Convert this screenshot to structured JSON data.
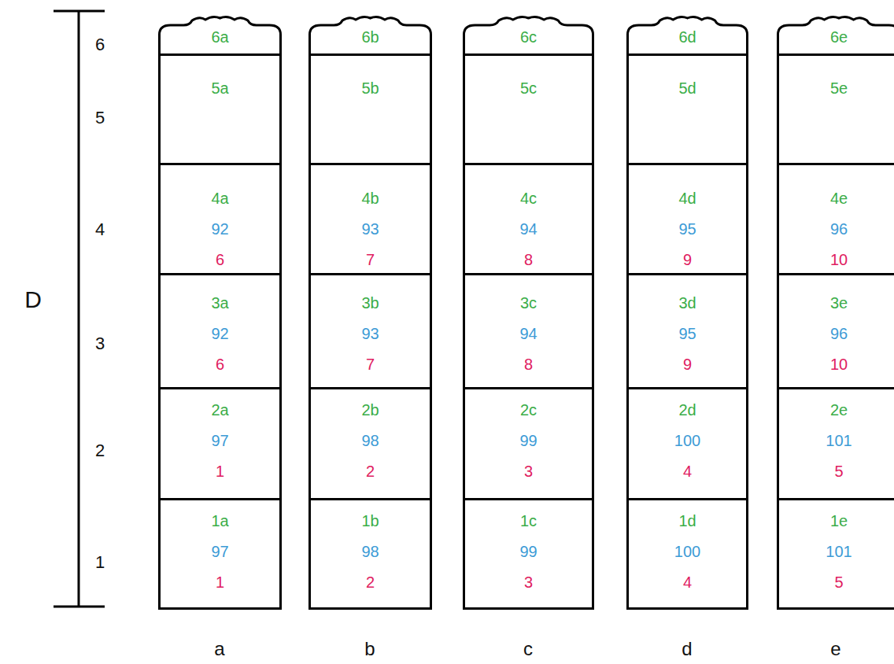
{
  "diagram": {
    "nodes": [
      {
        "text": [
          "6a"
        ]
      },
      {
        "text": [
          "6b"
        ]
      },
      {
        "text": [
          "6c"
        ]
      },
      {
        "text": [
          "6d"
        ]
      },
      {
        "text": [
          "6e"
        ]
      },
      {
        "text": [
          "5a"
        ]
      },
      {
        "text": [
          "5b"
        ]
      },
      {
        "text": [
          "5c"
        ]
      },
      {
        "text": [
          "5d"
        ]
      },
      {
        "text": [
          "5e"
        ]
      },
      {
        "text": [
          "4a",
          "92",
          "6"
        ]
      },
      {
        "text": [
          "4b",
          "93",
          "7"
        ]
      },
      {
        "text": [
          "4c",
          "94",
          "8"
        ]
      },
      {
        "text": [
          "4d",
          "95",
          "9"
        ]
      },
      {
        "text": [
          "4e",
          "96",
          "10"
        ]
      },
      {
        "text": [
          "3a",
          "92",
          "6"
        ]
      },
      {
        "text": [
          "3b",
          "93",
          "7"
        ]
      },
      {
        "text": [
          "3c",
          "94",
          "8"
        ]
      },
      {
        "text": [
          "3d",
          "95",
          "9"
        ]
      },
      {
        "text": [
          "3e",
          "96",
          "10"
        ]
      },
      {
        "text": [
          "2a",
          "97",
          "1"
        ]
      },
      {
        "text": [
          "2b",
          "98",
          "2"
        ]
      },
      {
        "text": [
          "2c",
          "99",
          "3"
        ]
      },
      {
        "text": [
          "2d",
          "100",
          "4"
        ]
      },
      {
        "text": [
          "2e",
          "101",
          "5"
        ]
      },
      {
        "text": [
          "1a",
          "97",
          "1"
        ]
      },
      {
        "text": [
          "1b",
          "98",
          "2"
        ]
      },
      {
        "text": [
          "1c",
          "99",
          "3"
        ]
      },
      {
        "text": [
          "1d",
          "100",
          "4"
        ]
      },
      {
        "text": [
          "1e",
          "101",
          "5"
        ]
      }
    ],
    "labels": [
      "D",
      "6",
      "5",
      "4",
      "3",
      "2",
      "1",
      "a",
      "b",
      "c",
      "d",
      "e"
    ]
  }
}
